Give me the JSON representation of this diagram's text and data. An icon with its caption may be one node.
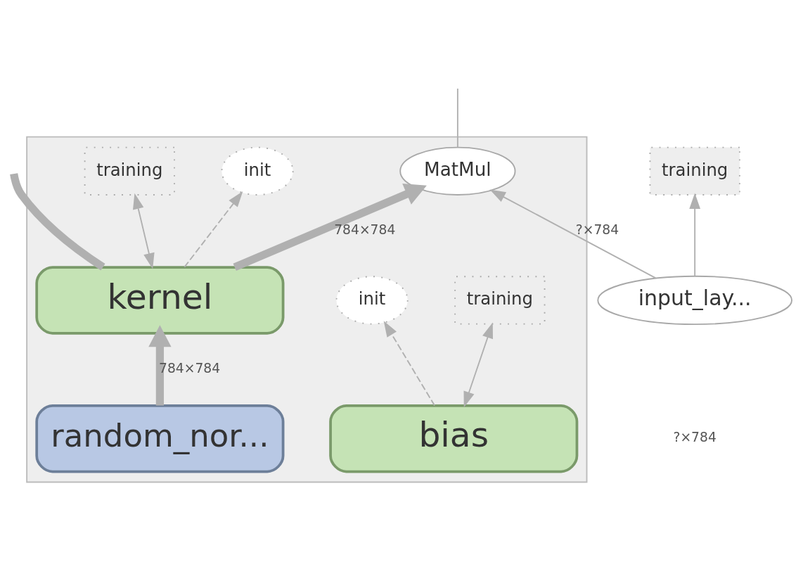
{
  "diagram": {
    "nodes": [
      {
        "text": [],
        "shape": "box"
      },
      {
        "text": [
          "MatMul"
        ],
        "in": 0
      },
      {
        "text": [
          "bias"
        ],
        "in": 0
      },
      {
        "text": [
          "training"
        ],
        "in": 0
      },
      {
        "text": [
          "init"
        ],
        "in": 0
      },
      {
        "text": [
          "kernel"
        ],
        "in": 0
      },
      {
        "text": [
          "training"
        ],
        "in": 0
      },
      {
        "text": [
          "init"
        ],
        "in": 0
      },
      {
        "text": [
          "random_nor..."
        ],
        "in": 0
      },
      {
        "text": [
          "input_lay..."
        ]
      },
      {
        "text": [
          "training"
        ]
      }
    ],
    "edges": [
      {
        "from": 5,
        "to": 1,
        "arrow": "to",
        "label": "784×784",
        "style": "thick"
      },
      {
        "from": 8,
        "to": 5,
        "arrow": "to",
        "label": "784×784",
        "style": "thick"
      },
      {
        "from": 9,
        "to": 1,
        "arrow": "to",
        "label": "?×784"
      },
      {
        "from": 2,
        "to": 3,
        "arrow": "both"
      },
      {
        "from": 2,
        "to": 4,
        "arrow": "to",
        "style": "dashed"
      },
      {
        "from": 5,
        "to": 6,
        "arrow": "both"
      },
      {
        "from": 5,
        "to": 7,
        "arrow": "to",
        "style": "dashed"
      },
      {
        "from": 9,
        "to": 10,
        "arrow": "to"
      },
      {
        "from": 5,
        "to": null,
        "arrow": "none",
        "style": "thick"
      },
      {
        "from": 1,
        "to": null,
        "arrow": "none"
      }
    ],
    "labels": [
      "?×784"
    ]
  }
}
